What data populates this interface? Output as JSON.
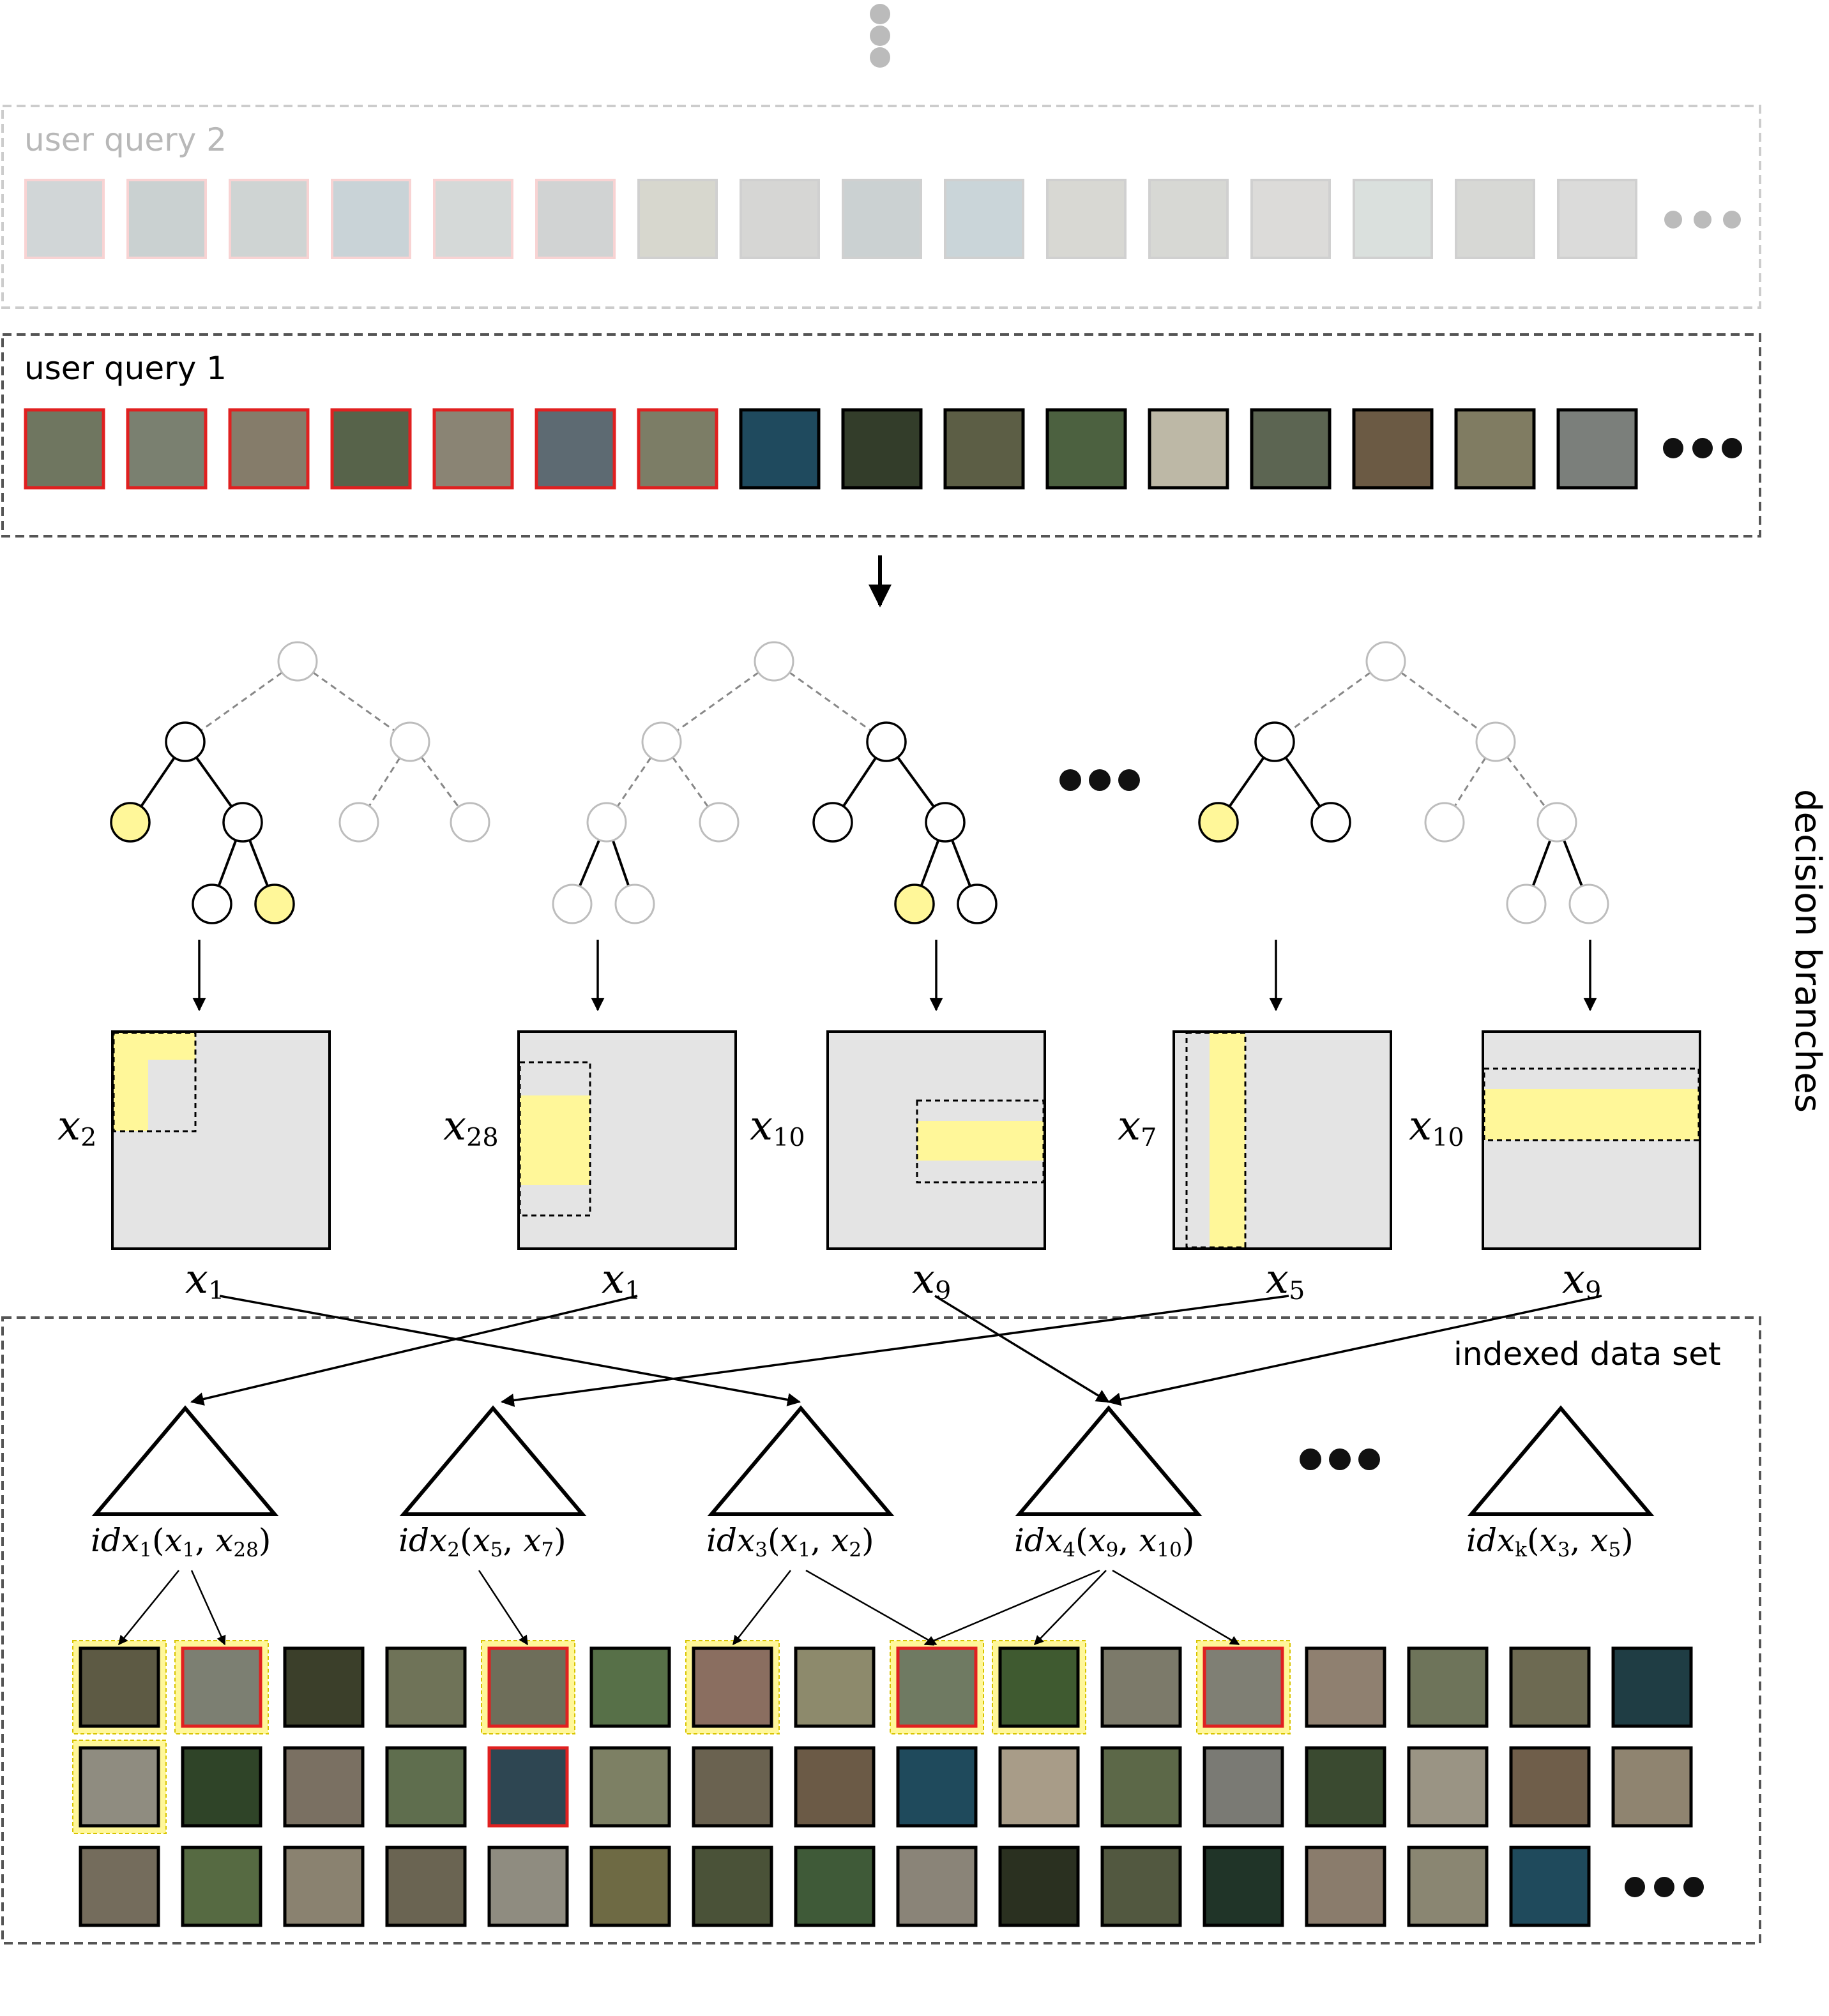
{
  "labels": {
    "query2": "user query 2",
    "query1": "user query 1",
    "decision_branches": "decision branches",
    "indexed_data_set": "indexed data set"
  },
  "colors": {
    "positive_border": "#e02020",
    "highlight": "#fff799",
    "node_border": "#000000",
    "faded": "#bdbdbd",
    "space_fill": "#e4e4e4",
    "dots": "#111111",
    "faded_dots": "#bbbbbb"
  },
  "query2_tiles": [
    {
      "color": "#9aa6a8",
      "positive": true
    },
    {
      "color": "#8c9a9b",
      "positive": true
    },
    {
      "color": "#97a19e",
      "positive": true
    },
    {
      "color": "#8aa0a8",
      "positive": true
    },
    {
      "color": "#a4acaa",
      "positive": true
    },
    {
      "color": "#9aa09e",
      "positive": true
    },
    {
      "color": "#a7a895",
      "positive": false
    },
    {
      "color": "#a5a5a1",
      "positive": false
    },
    {
      "color": "#8e9a9c",
      "positive": false
    },
    {
      "color": "#8ba3ad",
      "positive": false
    },
    {
      "color": "#a9aaa0",
      "positive": false
    },
    {
      "color": "#a8aba2",
      "positive": false
    },
    {
      "color": "#b3b0ac",
      "positive": false
    },
    {
      "color": "#aebbb6",
      "positive": false
    },
    {
      "color": "#a7a9a3",
      "positive": false
    },
    {
      "color": "#b0b1ae",
      "positive": false
    }
  ],
  "query1_tiles": [
    {
      "color": "#6f7660",
      "positive": true
    },
    {
      "color": "#7a8070",
      "positive": true
    },
    {
      "color": "#857c6a",
      "positive": true
    },
    {
      "color": "#57634a",
      "positive": true
    },
    {
      "color": "#8a8474",
      "positive": true
    },
    {
      "color": "#5d6a72",
      "positive": true
    },
    {
      "color": "#7c7d66",
      "positive": true
    },
    {
      "color": "#1f4a5e",
      "positive": false
    },
    {
      "color": "#333d2a",
      "positive": false
    },
    {
      "color": "#5c5e45",
      "positive": false
    },
    {
      "color": "#4c6140",
      "positive": false
    },
    {
      "color": "#bdb8a6",
      "positive": false
    },
    {
      "color": "#5c6552",
      "positive": false
    },
    {
      "color": "#6b5a44",
      "positive": false
    },
    {
      "color": "#807c62",
      "positive": false
    },
    {
      "color": "#7b7f7b",
      "positive": false
    }
  ],
  "trees": [
    {
      "faded_side": "right",
      "yellow": [
        "LL",
        "LRR"
      ]
    },
    {
      "faded_side": "left",
      "yellow": [
        "LLL",
        "RRL"
      ]
    },
    {
      "faded_side": "right",
      "yellow": [
        "LL",
        "RRL"
      ]
    }
  ],
  "feature_plots": [
    {
      "ylabel_base": "x",
      "ylabel_sub": "2",
      "xlabel_base": "x",
      "xlabel_sub": "1",
      "shape": "corner"
    },
    {
      "ylabel_base": "x",
      "ylabel_sub": "28",
      "xlabel_base": "x",
      "xlabel_sub": "1",
      "shape": "left-band"
    },
    {
      "ylabel_base": "x",
      "ylabel_sub": "10",
      "xlabel_base": "x",
      "xlabel_sub": "9",
      "shape": "right-band"
    },
    {
      "ylabel_base": "x",
      "ylabel_sub": "7",
      "xlabel_base": "x",
      "xlabel_sub": "5",
      "shape": "vertical-band"
    },
    {
      "ylabel_base": "x",
      "ylabel_sub": "10",
      "xlabel_base": "x",
      "xlabel_sub": "9",
      "shape": "horizontal-band"
    }
  ],
  "indexes": [
    {
      "name": "idx",
      "sub": "1",
      "args": [
        "x",
        "1",
        "x",
        "28"
      ]
    },
    {
      "name": "idx",
      "sub": "2",
      "args": [
        "x",
        "5",
        "x",
        "7"
      ]
    },
    {
      "name": "idx",
      "sub": "3",
      "args": [
        "x",
        "1",
        "x",
        "2"
      ]
    },
    {
      "name": "idx",
      "sub": "4",
      "args": [
        "x",
        "9",
        "x",
        "10"
      ]
    },
    {
      "name": "idx",
      "sub": "k",
      "args": [
        "x",
        "3",
        "x",
        "5"
      ]
    }
  ],
  "dataset_rows": [
    [
      {
        "color": "#5d5a44",
        "yellow": true,
        "red": false
      },
      {
        "color": "#7c7f72",
        "yellow": true,
        "red": true
      },
      {
        "color": "#3b3f2a",
        "yellow": false,
        "red": false
      },
      {
        "color": "#6f7358",
        "yellow": false,
        "red": false
      },
      {
        "color": "#6e6e5a",
        "yellow": true,
        "red": true
      },
      {
        "color": "#577048",
        "yellow": false,
        "red": false
      },
      {
        "color": "#8a6e60",
        "yellow": true,
        "red": false
      },
      {
        "color": "#8d8a6c",
        "yellow": false,
        "red": false
      },
      {
        "color": "#6f7a62",
        "yellow": true,
        "red": true
      },
      {
        "color": "#3f5a30",
        "yellow": true,
        "red": false
      },
      {
        "color": "#7c7a6a",
        "yellow": false,
        "red": false
      },
      {
        "color": "#7f7f74",
        "yellow": true,
        "red": true
      },
      {
        "color": "#8f8070",
        "yellow": false,
        "red": false
      },
      {
        "color": "#6e745a",
        "yellow": false,
        "red": false
      },
      {
        "color": "#6d6a52",
        "yellow": false,
        "red": false
      },
      {
        "color": "#1f3d44",
        "yellow": false,
        "red": false
      }
    ],
    [
      {
        "color": "#8f8c80",
        "yellow": true,
        "red": false
      },
      {
        "color": "#2f4428",
        "yellow": false,
        "red": false
      },
      {
        "color": "#7a7062",
        "yellow": false,
        "red": false
      },
      {
        "color": "#5f6e4e",
        "yellow": false,
        "red": false
      },
      {
        "color": "#2e4652",
        "yellow": false,
        "red": true
      },
      {
        "color": "#7d8064",
        "yellow": false,
        "red": false
      },
      {
        "color": "#6a6250",
        "yellow": false,
        "red": false
      },
      {
        "color": "#6b5a46",
        "yellow": false,
        "red": false
      },
      {
        "color": "#1f4a5c",
        "yellow": false,
        "red": false
      },
      {
        "color": "#a89c88",
        "yellow": false,
        "red": false
      },
      {
        "color": "#5c6848",
        "yellow": false,
        "red": false
      },
      {
        "color": "#7a7a74",
        "yellow": false,
        "red": false
      },
      {
        "color": "#3a4a30",
        "yellow": false,
        "red": false
      },
      {
        "color": "#9a9484",
        "yellow": false,
        "red": false
      },
      {
        "color": "#6f5e4a",
        "yellow": false,
        "red": false
      },
      {
        "color": "#8f8470",
        "yellow": false,
        "red": false
      }
    ],
    [
      {
        "color": "#746c5c",
        "yellow": false,
        "red": false
      },
      {
        "color": "#566a42",
        "yellow": false,
        "red": false
      },
      {
        "color": "#8a8270",
        "yellow": false,
        "red": false
      },
      {
        "color": "#6a6452",
        "yellow": false,
        "red": false
      },
      {
        "color": "#8f8c80",
        "yellow": false,
        "red": false
      },
      {
        "color": "#6e6a44",
        "yellow": false,
        "red": false
      },
      {
        "color": "#4a5238",
        "yellow": false,
        "red": false
      },
      {
        "color": "#3f5a38",
        "yellow": false,
        "red": false
      },
      {
        "color": "#8a8478",
        "yellow": false,
        "red": false
      },
      {
        "color": "#2a3020",
        "yellow": false,
        "red": false
      },
      {
        "color": "#525840",
        "yellow": false,
        "red": false
      },
      {
        "color": "#203428",
        "yellow": false,
        "red": false
      },
      {
        "color": "#8a7c6c",
        "yellow": false,
        "red": false
      },
      {
        "color": "#8a8672",
        "yellow": false,
        "red": false
      },
      {
        "color": "#1f4a5c",
        "yellow": false,
        "red": false
      }
    ]
  ]
}
